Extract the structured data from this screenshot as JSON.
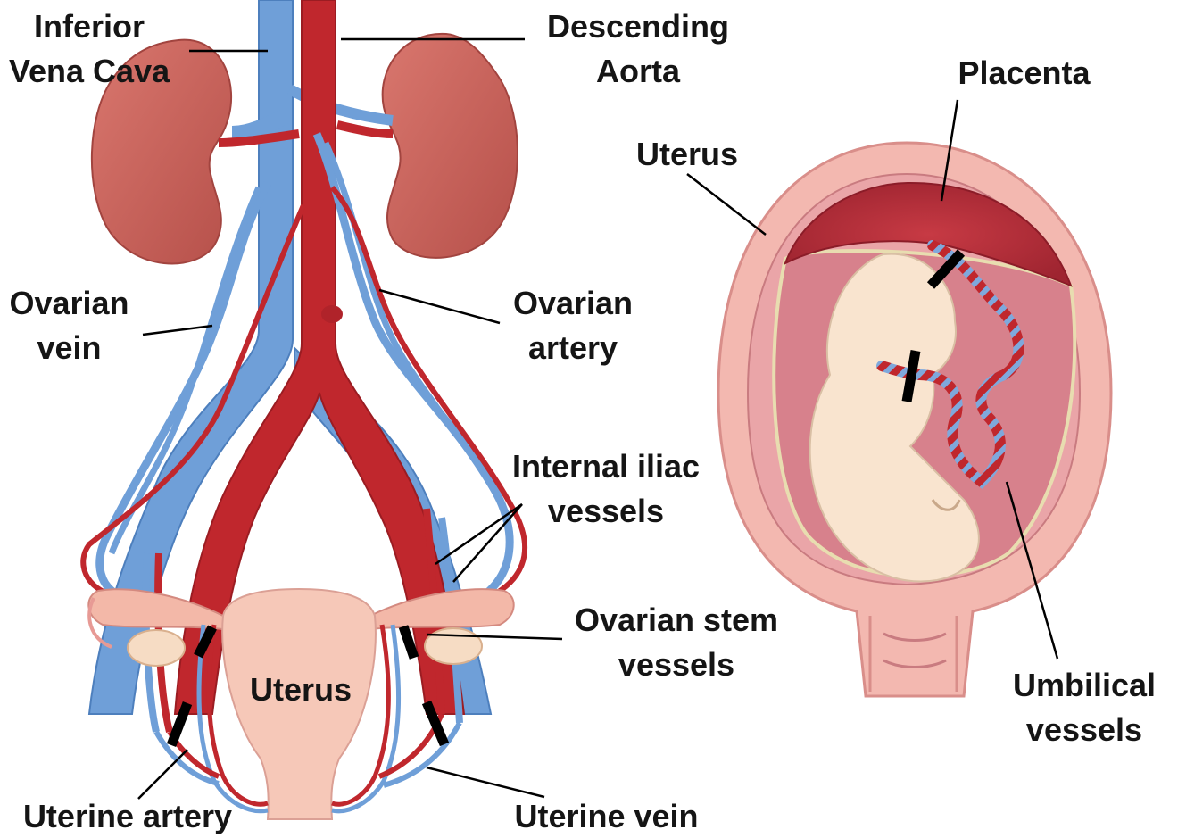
{
  "labels": {
    "inferior_vena_cava": [
      "Inferior",
      "Vena Cava"
    ],
    "descending_aorta": [
      "Descending",
      "Aorta"
    ],
    "ovarian_vein": [
      "Ovarian",
      "vein"
    ],
    "ovarian_artery": [
      "Ovarian",
      "artery"
    ],
    "internal_iliac_vessels": [
      "Internal iliac",
      "vessels"
    ],
    "ovarian_stem_vessels": [
      "Ovarian stem",
      "vessels"
    ],
    "uterus_left": "Uterus",
    "uterine_artery": "Uterine artery",
    "uterine_vein": "Uterine vein",
    "uterus_right": "Uterus",
    "placenta": "Placenta",
    "umbilical_vessels": [
      "Umbilical",
      "vessels"
    ]
  },
  "colors": {
    "artery": "#c0272d",
    "vein": "#6f9fd8",
    "kidney": "#c8605a",
    "uterus": "#f6c8b8",
    "placenta": "#b8303a",
    "fetus": "#f9e4cf",
    "label_text": "#151515"
  }
}
